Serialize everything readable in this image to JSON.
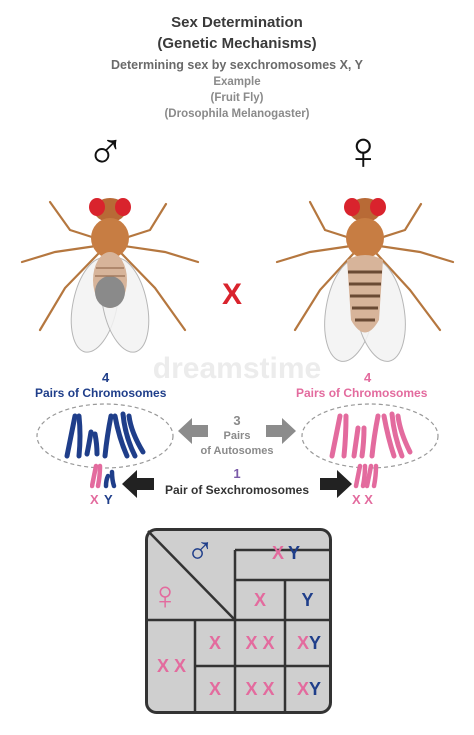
{
  "title": {
    "line1": "Sex Determination",
    "line2": "(Genetic Mechanisms)",
    "line3": "Determining sex by sexchromosomes X, Y",
    "line4": "Example",
    "line5": "(Fruit Fly)",
    "line6": "(Drosophila Melanogaster)"
  },
  "male": {
    "symbol": "♂",
    "chromosome_count": "4",
    "chromosome_label": "Pairs of Chromosomes",
    "sex_letters": "X",
    "sex_letters2": "Y"
  },
  "female": {
    "symbol": "♀",
    "chromosome_count": "4",
    "chromosome_label": "Pairs of Chromosomes",
    "sex_letters": "X X"
  },
  "cross": "X",
  "autosomes": {
    "count": "3",
    "line1": "Pairs",
    "line2": "of Autosomes"
  },
  "sexchrom": {
    "count": "1",
    "label": "Pair of Sexchromosomes"
  },
  "watermark": "dreamstime",
  "punnett": {
    "male_symbol": "♂",
    "female_symbol": "♀",
    "header_xy": "XY",
    "header_x": "X",
    "header_y": "Y",
    "left_xx": "X X",
    "row1": {
      "head": "X",
      "xx": "X X",
      "xy_x": "X",
      "xy_y": "Y"
    },
    "row2": {
      "head": "X",
      "xx": "X X",
      "xy_x": "X",
      "xy_y": "Y"
    }
  },
  "colors": {
    "male": "#1f3e8a",
    "female": "#e36b9e",
    "cross": "#d9232d",
    "grid": "#333333",
    "grid_fill": "#cfcfcf"
  }
}
